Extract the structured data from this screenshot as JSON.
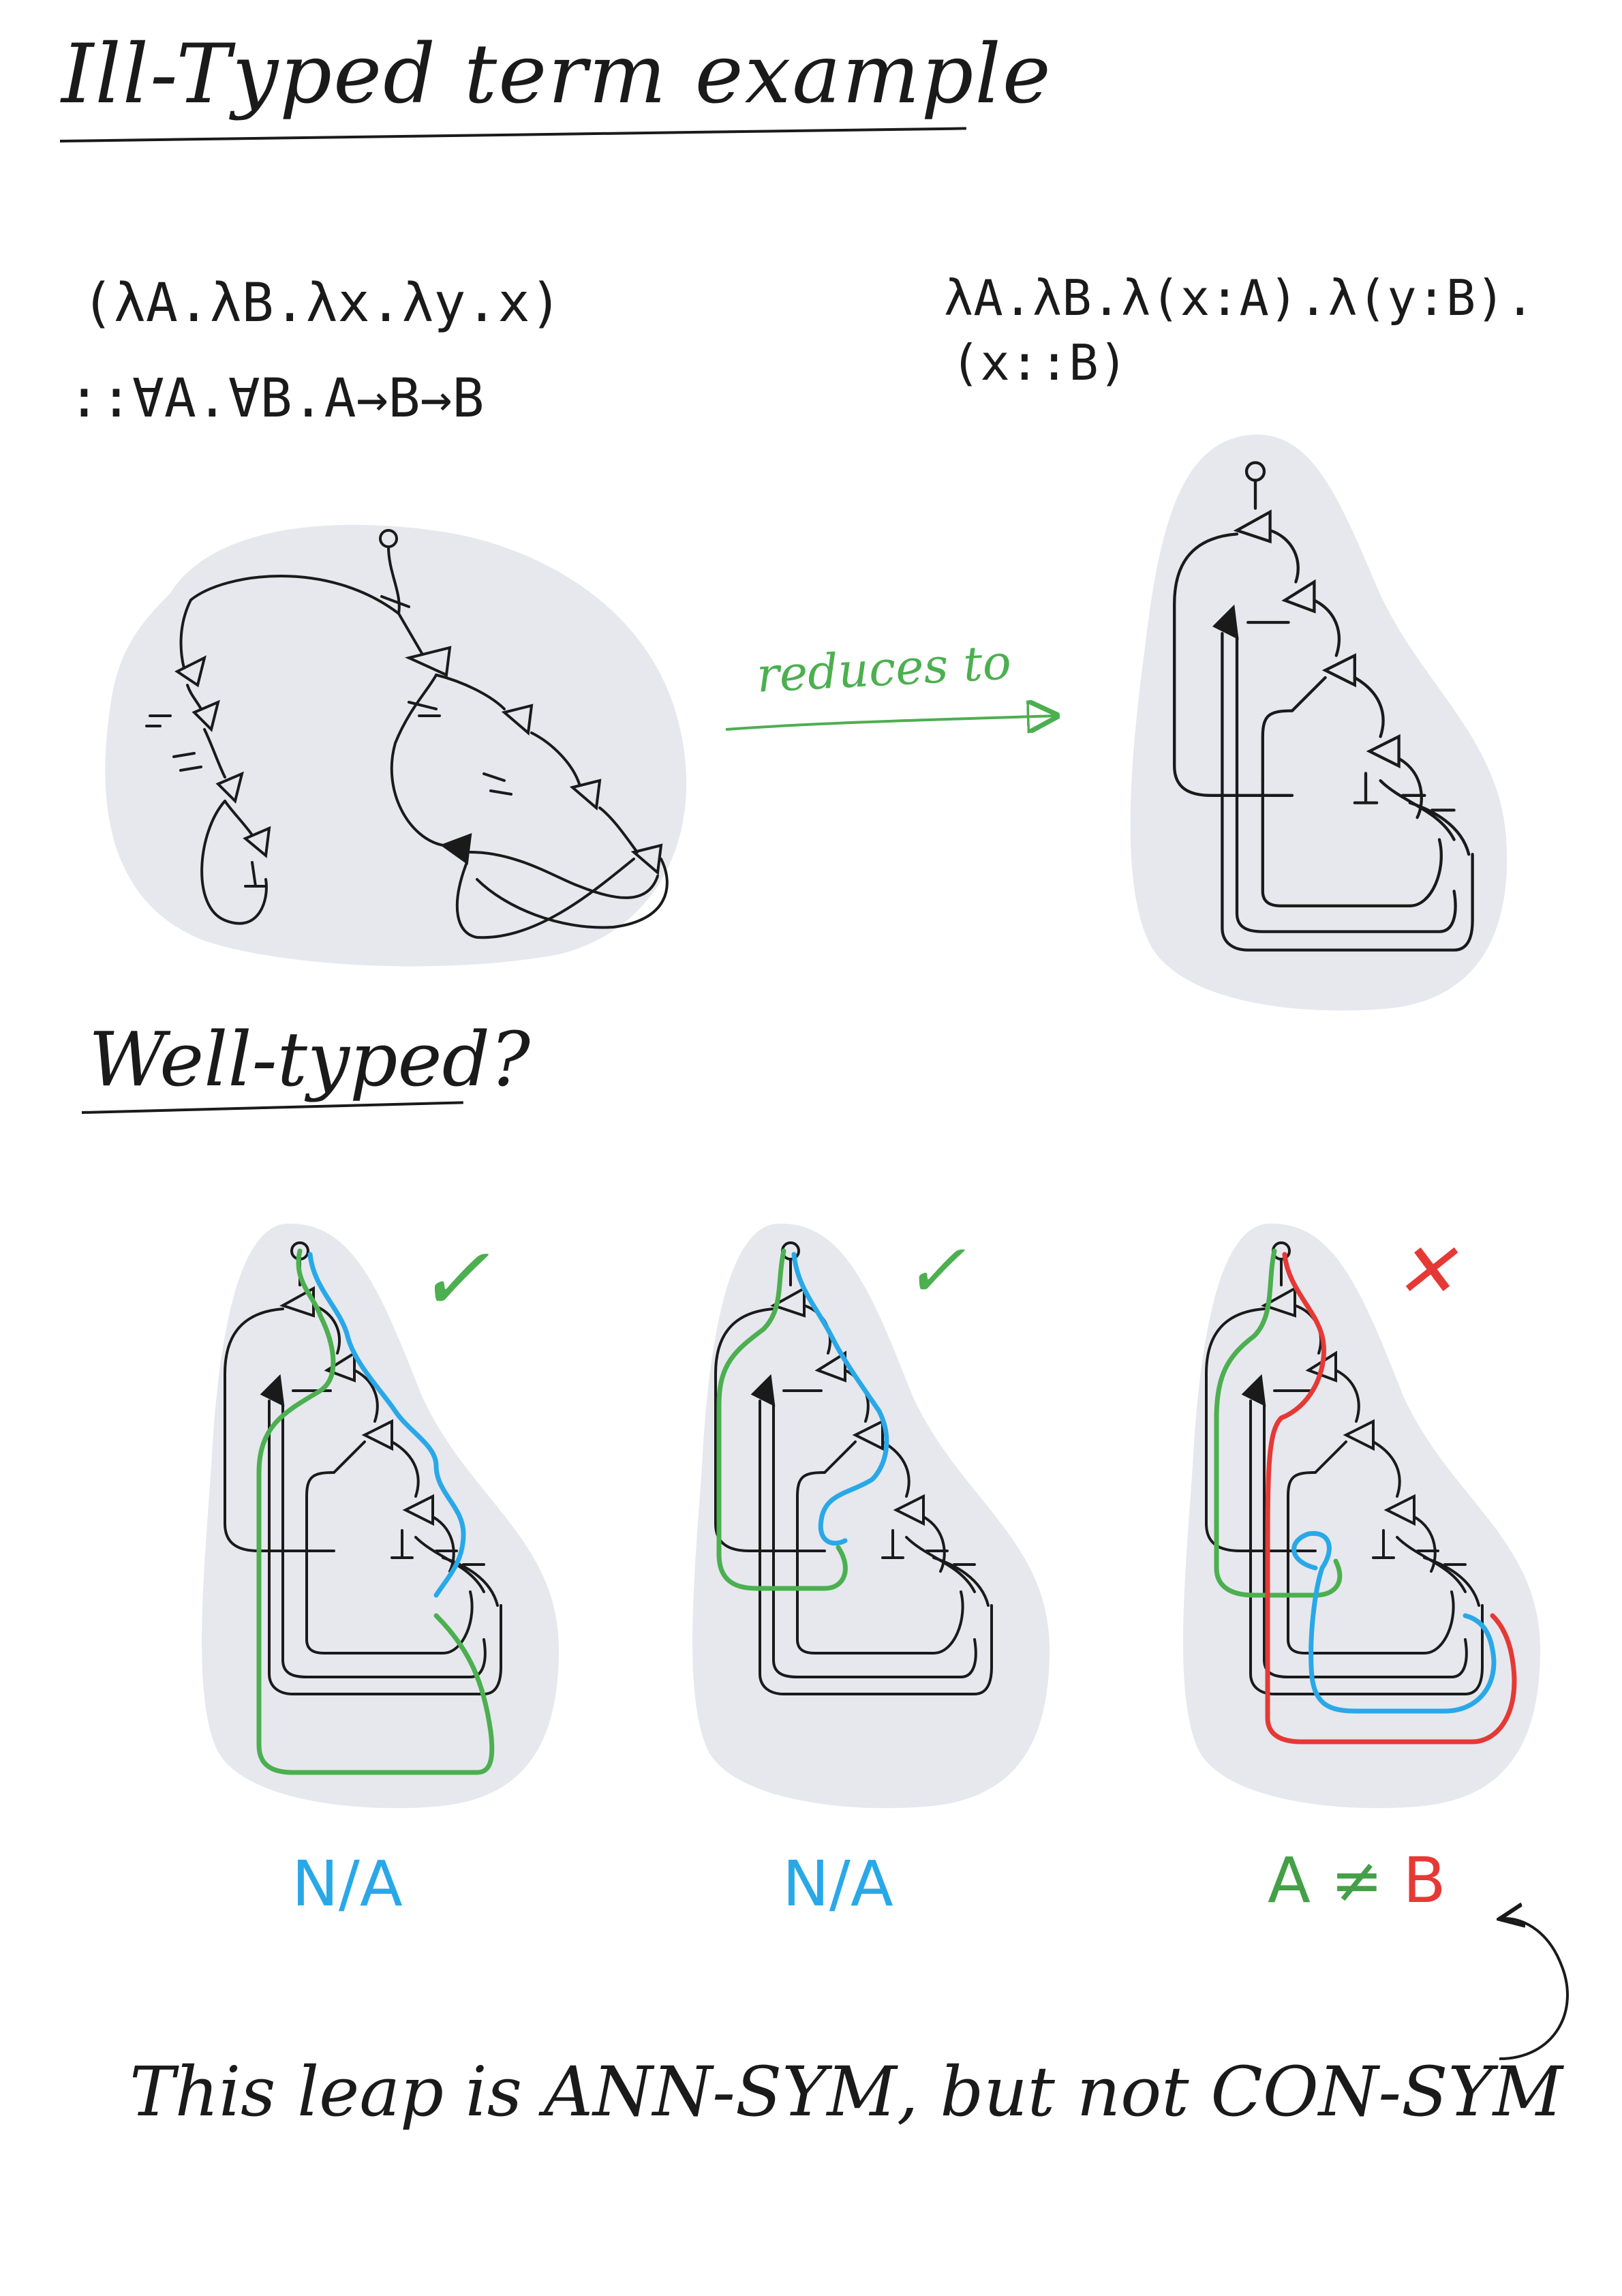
{
  "title": "Ill-Typed term example",
  "source_term": {
    "line1": "(λA.λB.λx.λy.x)",
    "line2": "::∀A.∀B.A→B→B"
  },
  "reduced_term": {
    "line1": "λA.λB.λ(x:A).λ(y:B).",
    "line2": "(x::B)"
  },
  "arrow_label": "reduces to",
  "section_title": "Well-typed?",
  "panels": [
    {
      "mark": "✓",
      "label": "N/A"
    },
    {
      "mark": "✓",
      "label": "N/A"
    },
    {
      "mark": "✕",
      "label_left": "A",
      "label_op": "≠",
      "label_right": "B"
    }
  ],
  "footer": "This leap is ANN-SYM, but not CON-SYM",
  "colors": {
    "green": "#4caf50",
    "blue": "#29a8e8",
    "red": "#e53935",
    "blob": "#e6e8ee",
    "ink": "#1a1a1a"
  }
}
